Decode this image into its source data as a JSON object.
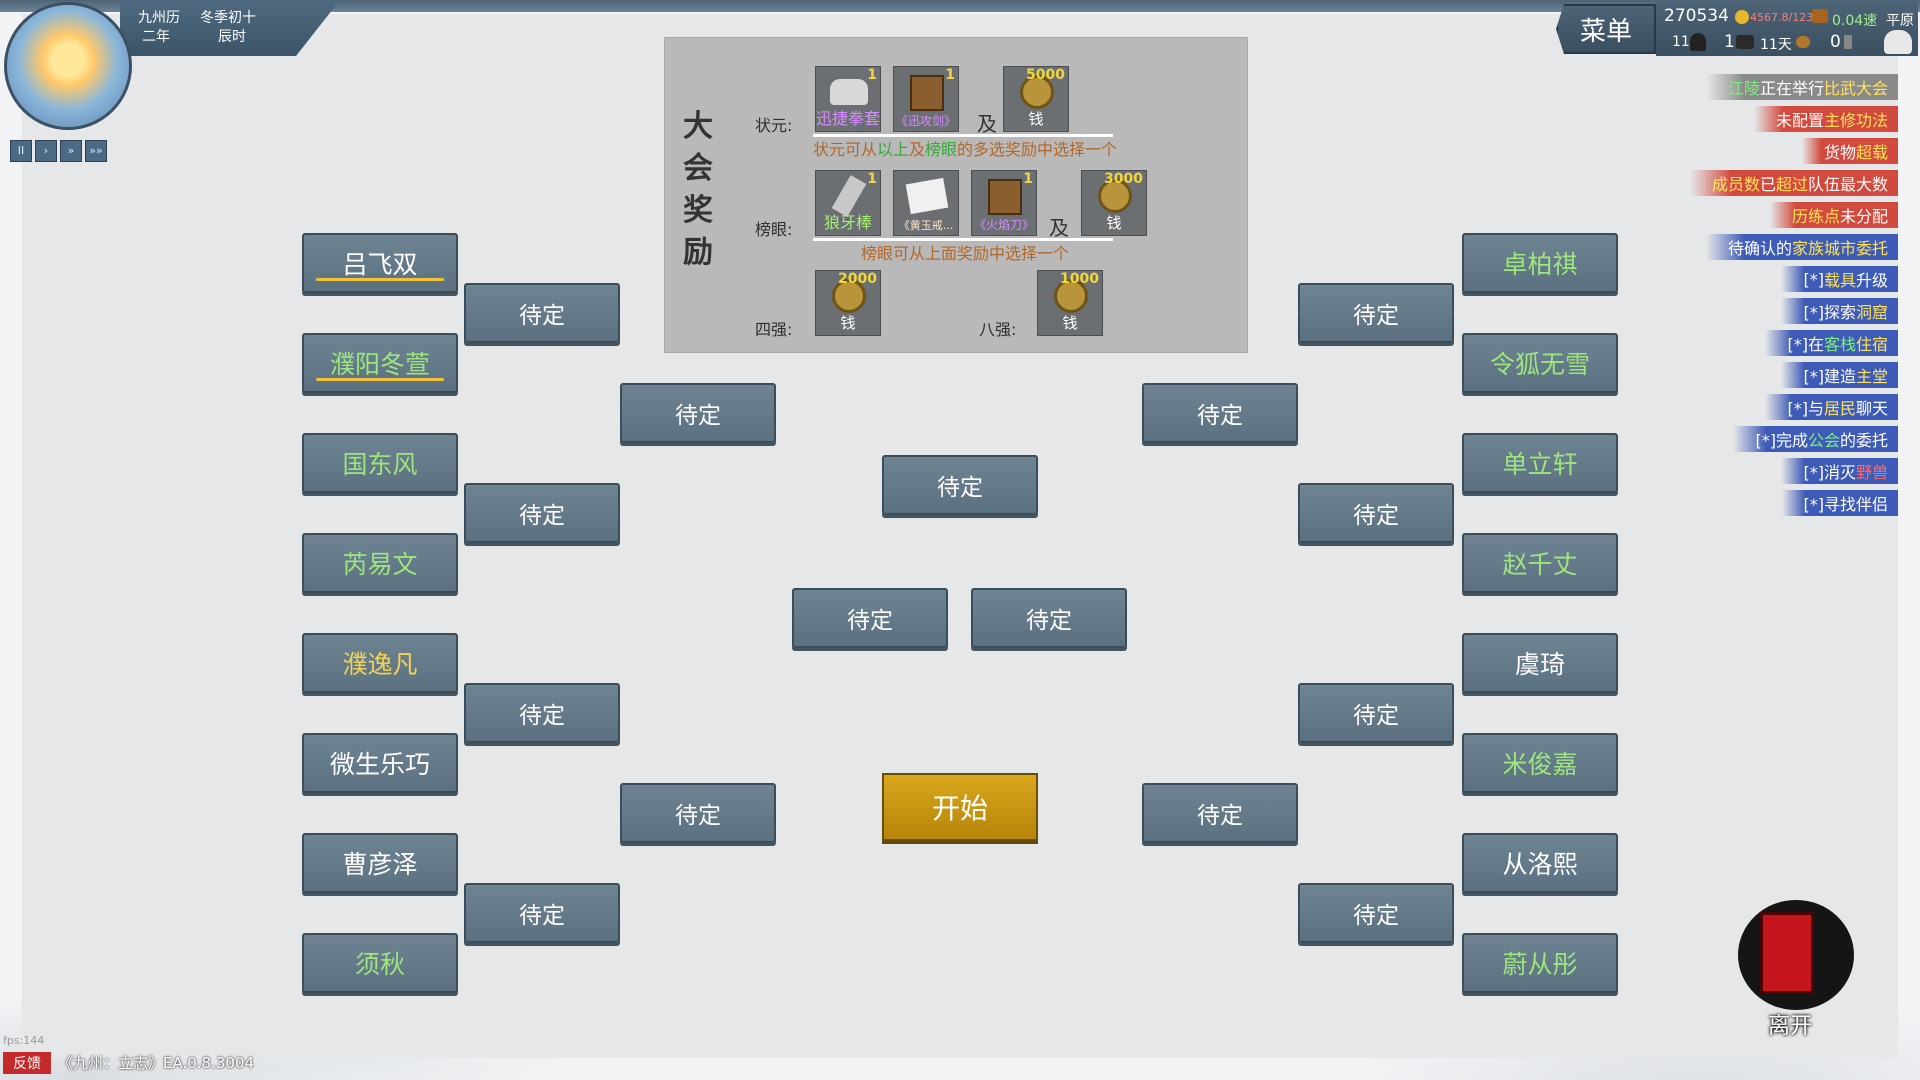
{
  "calendar": {
    "era": "九州历",
    "year": "二年",
    "season": "冬季初十",
    "time": "辰时"
  },
  "speed_controls": [
    "II",
    "›",
    "»",
    "»»"
  ],
  "menu_label": "菜单",
  "stats": {
    "money": "270534",
    "capacity": "4567.8/123",
    "speed": "0.04速",
    "status": "平原",
    "members": "11",
    "horses": "1",
    "days": "11天",
    "zero": "0"
  },
  "notices": [
    {
      "parts": [
        [
          "g",
          "江陵"
        ],
        [
          "",
          "正在举行"
        ],
        [
          "y",
          "比武大会"
        ]
      ],
      "style": "gray"
    },
    {
      "parts": [
        [
          "",
          "未配置"
        ],
        [
          "y",
          "主修功法"
        ]
      ],
      "style": "red"
    },
    {
      "parts": [
        [
          "",
          "货物"
        ],
        [
          "y",
          "超载"
        ]
      ],
      "style": "red"
    },
    {
      "parts": [
        [
          "y",
          "成员数"
        ],
        [
          "",
          "已"
        ],
        [
          "y",
          "超过"
        ],
        [
          "",
          "队伍最大数"
        ]
      ],
      "style": "red"
    },
    {
      "parts": [
        [
          "y",
          "历练点"
        ],
        [
          "",
          "未分配"
        ]
      ],
      "style": "red"
    },
    {
      "parts": [
        [
          "",
          "待确认的"
        ],
        [
          "y",
          "家族城市委托"
        ]
      ],
      "style": "blue"
    },
    {
      "parts": [
        [
          "",
          "[*]"
        ],
        [
          "y",
          "载具"
        ],
        [
          "",
          "升级"
        ]
      ],
      "style": "blue"
    },
    {
      "parts": [
        [
          "",
          "[*]探索"
        ],
        [
          "y",
          "洞窟"
        ]
      ],
      "style": "blue"
    },
    {
      "parts": [
        [
          "",
          "[*]在"
        ],
        [
          "g",
          "客栈"
        ],
        [
          "y",
          "住宿"
        ]
      ],
      "style": "blue"
    },
    {
      "parts": [
        [
          "",
          "[*]建造"
        ],
        [
          "y",
          "主堂"
        ]
      ],
      "style": "blue"
    },
    {
      "parts": [
        [
          "",
          "[*]与"
        ],
        [
          "y",
          "居民"
        ],
        [
          "",
          "聊天"
        ]
      ],
      "style": "blue"
    },
    {
      "parts": [
        [
          "",
          "[*]完成"
        ],
        [
          "g",
          "公会"
        ],
        [
          "",
          "的委托"
        ]
      ],
      "style": "blue"
    },
    {
      "parts": [
        [
          "",
          "[*]消灭"
        ],
        [
          "r",
          "野兽"
        ]
      ],
      "style": "blue"
    },
    {
      "parts": [
        [
          "",
          "[*]寻找伴侣"
        ]
      ],
      "style": "blue"
    }
  ],
  "reward": {
    "title": "大会奖励",
    "champion_label": "状元:",
    "champion_items": [
      {
        "name": "迅捷拳套",
        "qty": "1",
        "color": "purple"
      },
      {
        "name": "《迅攻剑》",
        "qty": "1",
        "color": "purple"
      },
      {
        "name": "钱",
        "qty": "5000",
        "color": "white"
      }
    ],
    "and": "及",
    "champion_note_parts": [
      "状元可从",
      "以上",
      "及",
      "榜眼",
      "的多选奖励中选择一个"
    ],
    "runner_label": "榜眼:",
    "runner_items": [
      {
        "name": "狼牙棒",
        "qty": "1",
        "color": "green"
      },
      {
        "name": "《黄玉戒...",
        "qty": "",
        "color": "white"
      },
      {
        "name": "《火焰刀》",
        "qty": "1",
        "color": "purple"
      },
      {
        "name": "钱",
        "qty": "3000",
        "color": "white"
      }
    ],
    "runner_note": "榜眼可从上面奖励中选择一个",
    "top4_label": "四强:",
    "top4_item": {
      "name": "钱",
      "qty": "2000"
    },
    "top8_label": "八强:",
    "top8_item": {
      "name": "钱",
      "qty": "1000"
    }
  },
  "left_players": [
    {
      "name": "吕飞双",
      "color": "white",
      "underline": true
    },
    {
      "name": "濮阳冬萱",
      "color": "green",
      "underline": true
    },
    {
      "name": "国东风",
      "color": "green",
      "underline": false
    },
    {
      "name": "芮易文",
      "color": "green",
      "underline": false
    },
    {
      "name": "濮逸凡",
      "color": "yellow",
      "underline": false
    },
    {
      "name": "微生乐巧",
      "color": "white",
      "underline": false
    },
    {
      "name": "曹彦泽",
      "color": "white",
      "underline": false
    },
    {
      "name": "须秋",
      "color": "green",
      "underline": false
    }
  ],
  "right_players": [
    {
      "name": "卓柏祺",
      "color": "green",
      "underline": false
    },
    {
      "name": "令狐无雪",
      "color": "green",
      "underline": false
    },
    {
      "name": "单立轩",
      "color": "green",
      "underline": false
    },
    {
      "name": "赵千丈",
      "color": "green",
      "underline": false
    },
    {
      "name": "虞琦",
      "color": "white",
      "underline": false
    },
    {
      "name": "米俊嘉",
      "color": "green",
      "underline": false
    },
    {
      "name": "从洛熙",
      "color": "white",
      "underline": false
    },
    {
      "name": "蔚从彤",
      "color": "green",
      "underline": false
    }
  ],
  "pending_label": "待定",
  "start_label": "开始",
  "exit_label": "离开",
  "feedback_label": "反馈",
  "version": "《九州：立志》EA.0.8.3004",
  "fps": "fps:144"
}
